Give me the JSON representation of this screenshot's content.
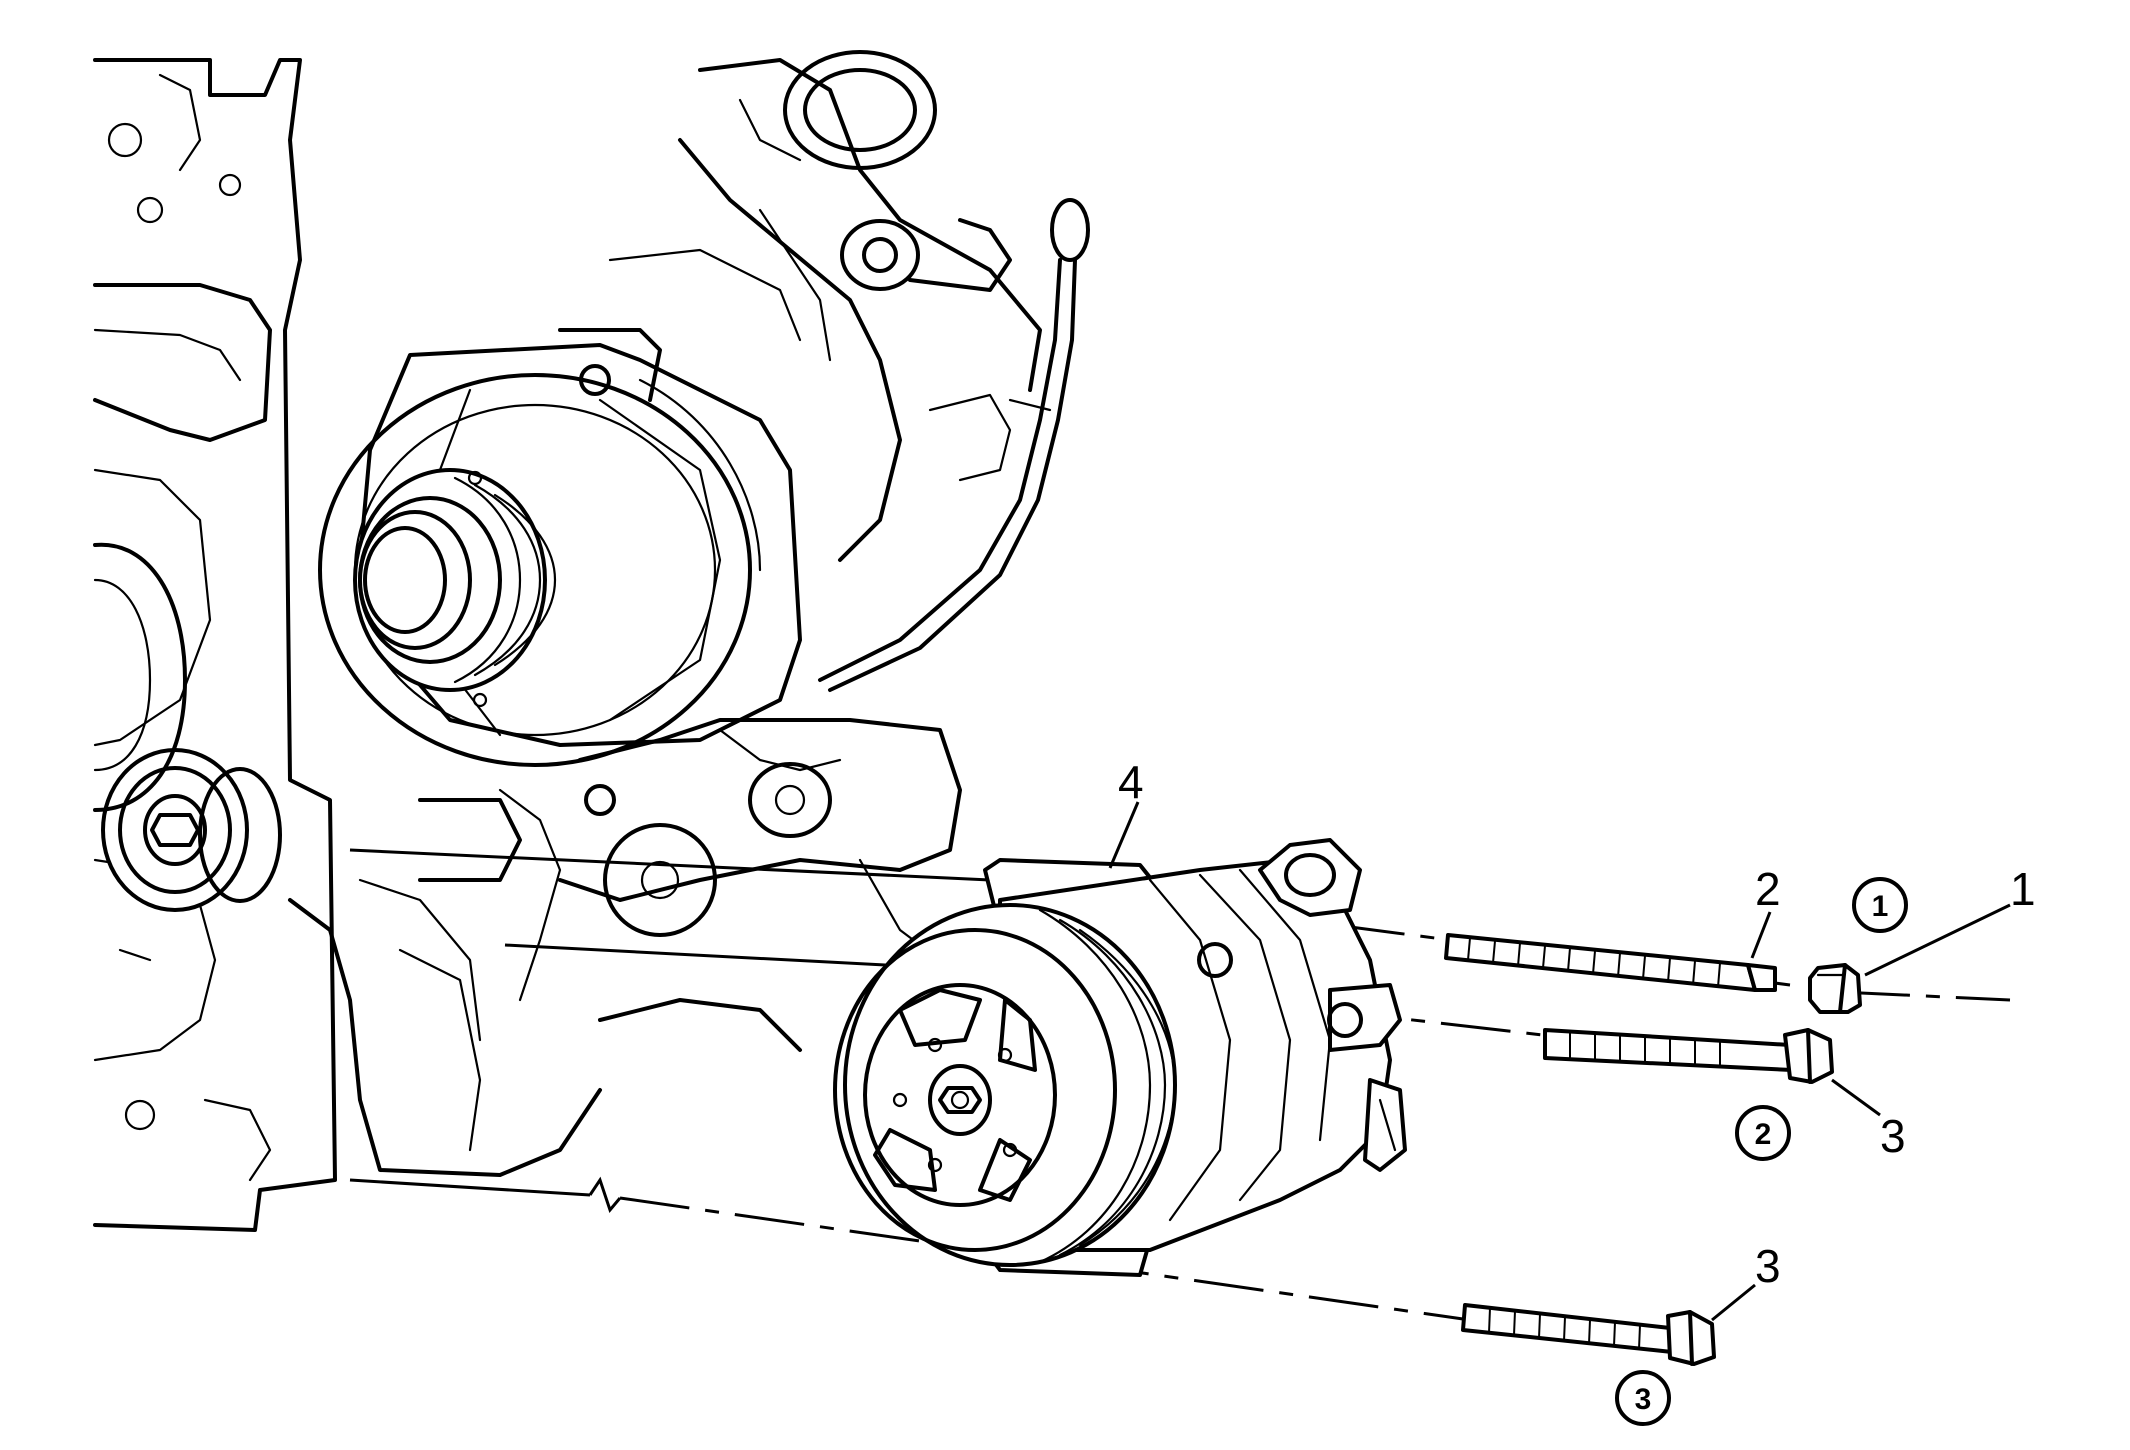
{
  "callouts": [
    {
      "id": "callout-1",
      "text": "1"
    },
    {
      "id": "callout-2",
      "text": "2"
    },
    {
      "id": "callout-3a",
      "text": "3"
    },
    {
      "id": "callout-3b",
      "text": "3"
    },
    {
      "id": "callout-4",
      "text": "4"
    }
  ],
  "steps": [
    {
      "id": "step-1",
      "text": "1"
    },
    {
      "id": "step-2",
      "text": "2"
    },
    {
      "id": "step-3",
      "text": "3"
    }
  ]
}
